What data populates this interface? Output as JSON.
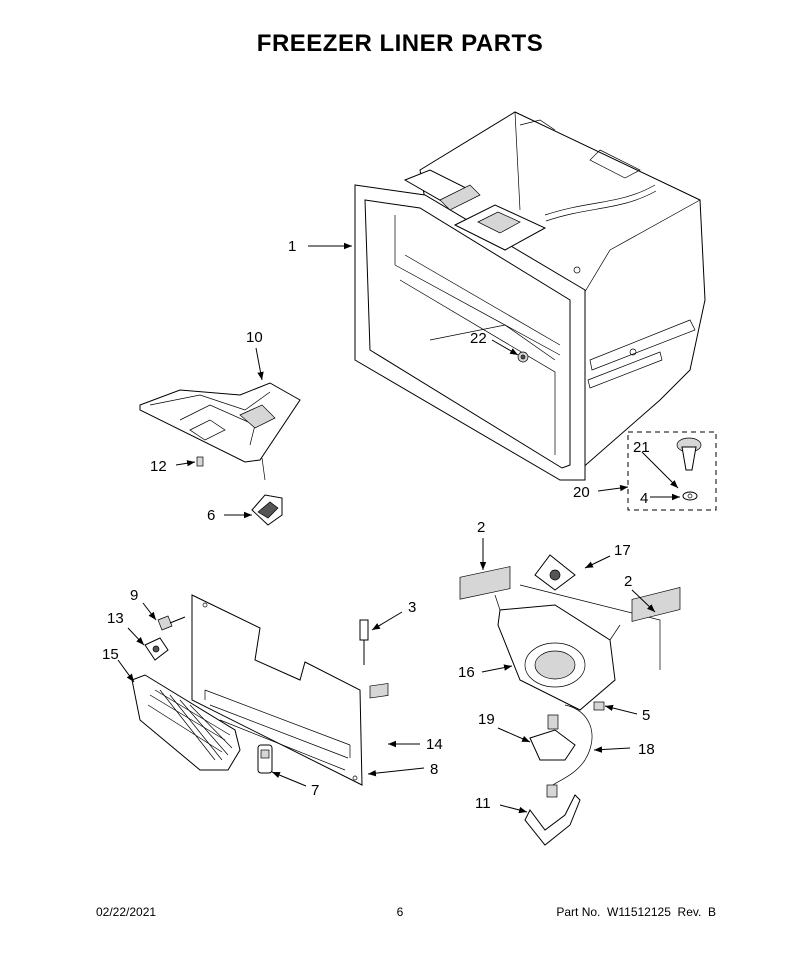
{
  "title": "FREEZER LINER PARTS",
  "callouts": {
    "c1": "1",
    "c2a": "2",
    "c2b": "2",
    "c3": "3",
    "c4": "4",
    "c5": "5",
    "c6": "6",
    "c7": "7",
    "c8": "8",
    "c9": "9",
    "c10": "10",
    "c11": "11",
    "c12": "12",
    "c13": "13",
    "c14": "14",
    "c15": "15",
    "c16": "16",
    "c17": "17",
    "c18": "18",
    "c19": "19",
    "c20": "20",
    "c21": "21",
    "c22": "22"
  },
  "footer": {
    "date": "02/22/2021",
    "page": "6",
    "part_number": "Part No.  W11512125  Rev.  B"
  }
}
